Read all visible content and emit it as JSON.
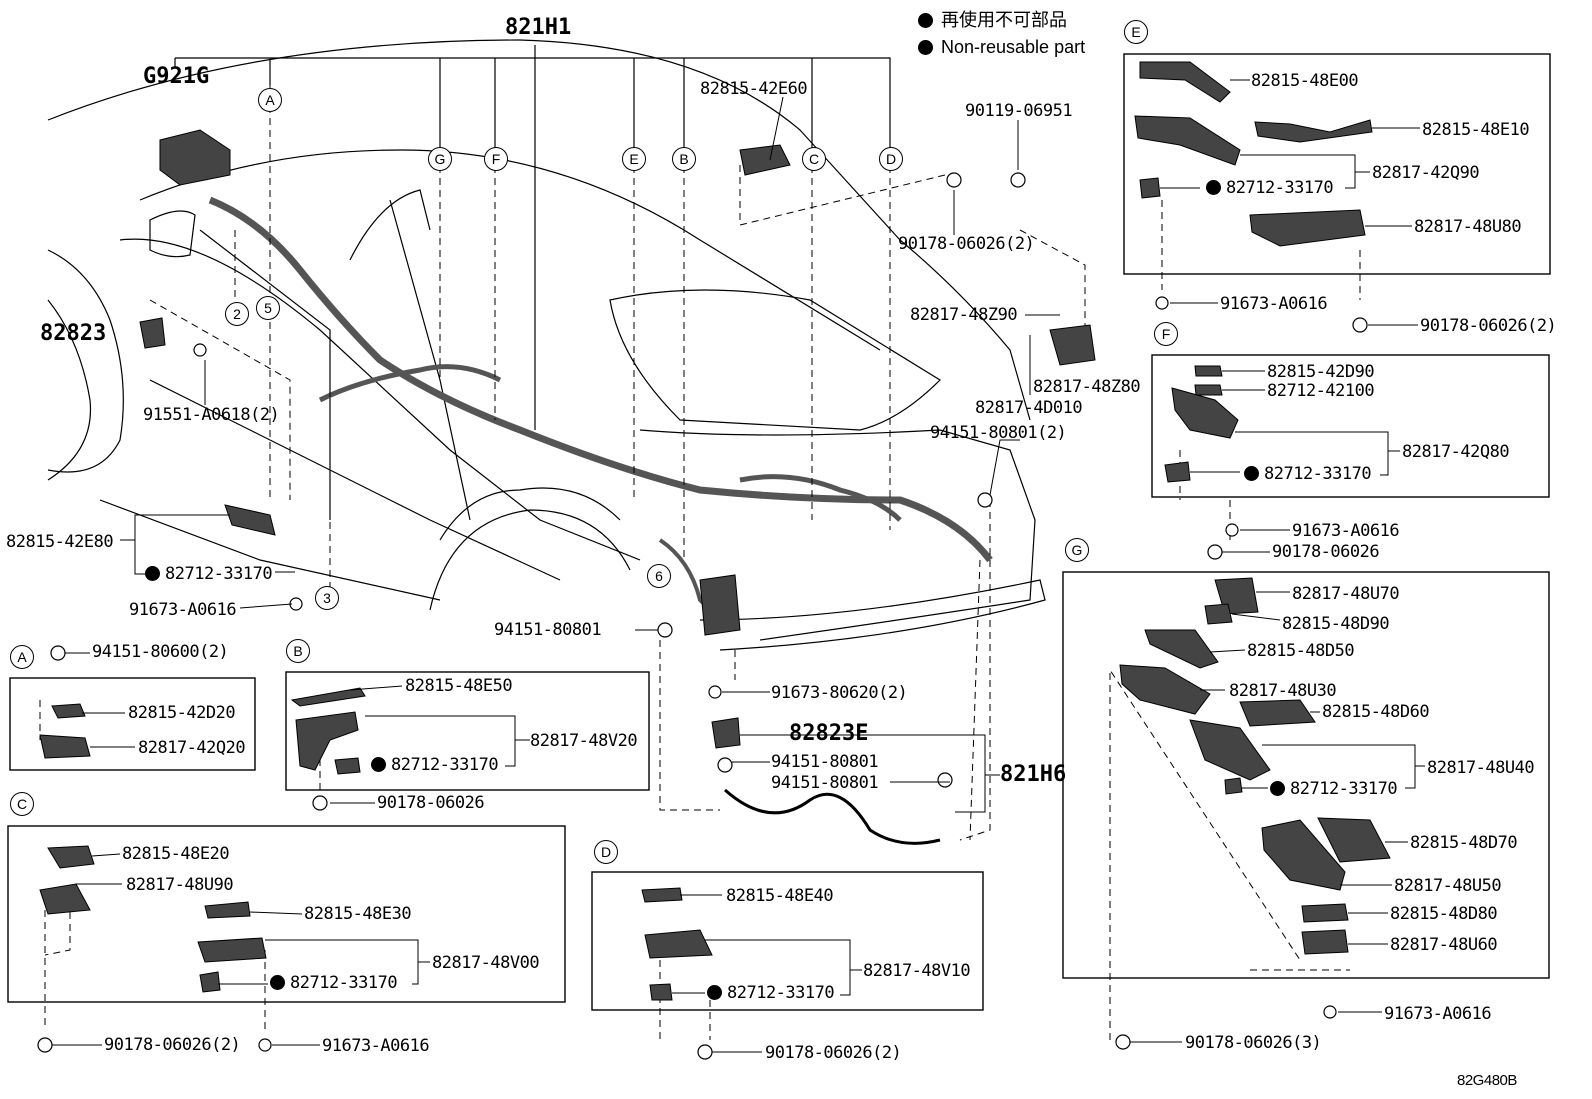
{
  "legend": {
    "jp": "再使用不可部品",
    "en": "Non-reusable part"
  },
  "figure_code": "82G480B",
  "main": {
    "harness": "821H1",
    "harness_tail": "821H6",
    "part_g921g": "G921G",
    "part_82823": "82823",
    "part_82823e": "82823E",
    "callouts": [
      "A",
      "G",
      "F",
      "E",
      "B",
      "C",
      "D"
    ],
    "nums": [
      "2",
      "5",
      "3",
      "6"
    ],
    "labels": {
      "p1": "82815-42E60",
      "p2": "90119-06951",
      "p3": "90178-06026(2)",
      "p4": "82817-48Z90",
      "p5": "82817-48Z80",
      "p6": "82817-4D010",
      "p7": "94151-80801(2)",
      "p8": "91551-A0618(2)",
      "p9": "82815-42E80",
      "p10": "82712-33170",
      "p11": "91673-A0616",
      "p12": "94151-80801",
      "p13": "91673-80620(2)",
      "p14": "94151-80801",
      "p15": "94151-80801"
    }
  },
  "detail_a": {
    "tag": "A",
    "l1": "94151-80600(2)",
    "l2": "82815-42D20",
    "l3": "82817-42Q20"
  },
  "detail_b": {
    "tag": "B",
    "l1": "82815-48E50",
    "l2": "82817-48V20",
    "l3": "82712-33170",
    "l4": "90178-06026"
  },
  "detail_c": {
    "tag": "C",
    "l1": "82815-48E20",
    "l2": "82817-48U90",
    "l3": "82815-48E30",
    "l4": "82817-48V00",
    "l5": "82712-33170",
    "l6": "90178-06026(2)",
    "l7": "91673-A0616"
  },
  "detail_d": {
    "tag": "D",
    "l1": "82815-48E40",
    "l2": "82817-48V10",
    "l3": "82712-33170",
    "l4": "90178-06026(2)"
  },
  "detail_e": {
    "tag": "E",
    "l1": "82815-48E00",
    "l2": "82815-48E10",
    "l3": "82817-42Q90",
    "l4": "82712-33170",
    "l5": "82817-48U80",
    "l6": "91673-A0616",
    "l7": "90178-06026(2)"
  },
  "detail_f": {
    "tag": "F",
    "l1": "82815-42D90",
    "l2": "82712-42100",
    "l3": "82817-42Q80",
    "l4": "82712-33170",
    "l5": "91673-A0616",
    "l6": "90178-06026"
  },
  "detail_g": {
    "tag": "G",
    "l1": "82817-48U70",
    "l2": "82815-48D90",
    "l3": "82815-48D50",
    "l4": "82817-48U30",
    "l5": "82815-48D60",
    "l6": "82817-48U40",
    "l7": "82712-33170",
    "l8": "82815-48D70",
    "l9": "82817-48U50",
    "l10": "82815-48D80",
    "l11": "82817-48U60",
    "l12": "91673-A0616",
    "l13": "90178-06026(3)"
  }
}
